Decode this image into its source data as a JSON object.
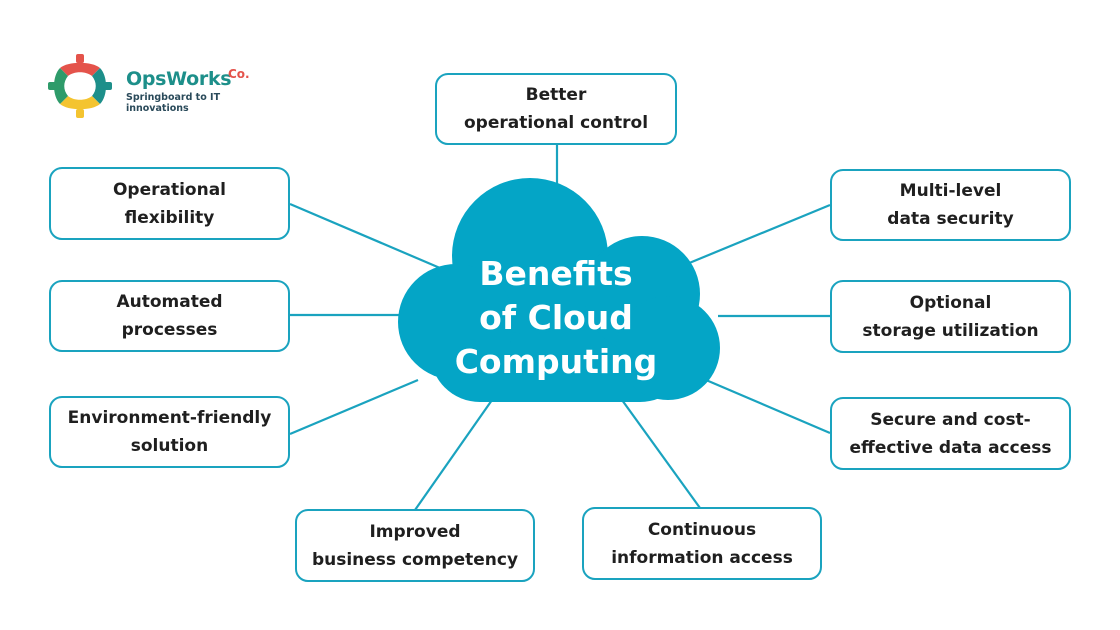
{
  "brand": {
    "name": "OpsWorks",
    "suffix": "Co.",
    "tagline": "Springboard to IT innovations",
    "colors": {
      "red": "#e4534b",
      "teal": "#1d8f8a",
      "green": "#2e9b6a",
      "yellow": "#f4c430"
    }
  },
  "diagram": {
    "center": {
      "line1": "Benefits",
      "line2": "of Cloud",
      "line3": "Computing"
    },
    "nodes": [
      {
        "id": "top",
        "line1": "Better",
        "line2": "operational control"
      },
      {
        "id": "operational-flexibility",
        "line1": "Operational",
        "line2": "flexibility"
      },
      {
        "id": "automated-processes",
        "line1": "Automated",
        "line2": "processes"
      },
      {
        "id": "environment-friendly",
        "line1": "Environment-friendly",
        "line2": "solution"
      },
      {
        "id": "improved-business",
        "line1": "Improved",
        "line2": "business competency"
      },
      {
        "id": "continuous-information",
        "line1": "Continuous",
        "line2": "information access"
      },
      {
        "id": "secure-cost-effective",
        "line1": "Secure and cost-",
        "line2": "effective data access"
      },
      {
        "id": "optional-storage",
        "line1": "Optional",
        "line2": "storage utilization"
      },
      {
        "id": "multi-level-security",
        "line1": "Multi-level",
        "line2": "data security"
      }
    ]
  },
  "colors": {
    "accent": "#1aa3bf",
    "cloud": "#04a5c6",
    "text": "#1f1f1f",
    "background": "#ffffff"
  }
}
